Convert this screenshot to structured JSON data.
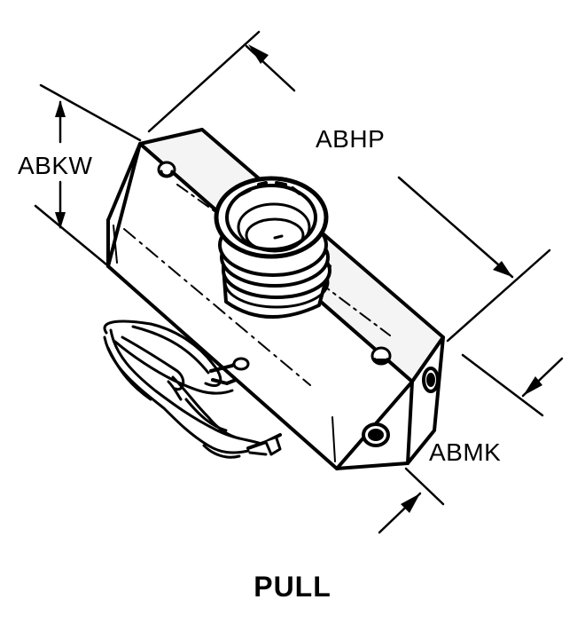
{
  "labels": {
    "abkw": "ABKW",
    "abhp": "ABHP",
    "abmk": "ABMK"
  },
  "caption": "PULL",
  "colors": {
    "ink": "#000000",
    "paper": "#ffffff",
    "body_fill": "#f4f4f4"
  }
}
